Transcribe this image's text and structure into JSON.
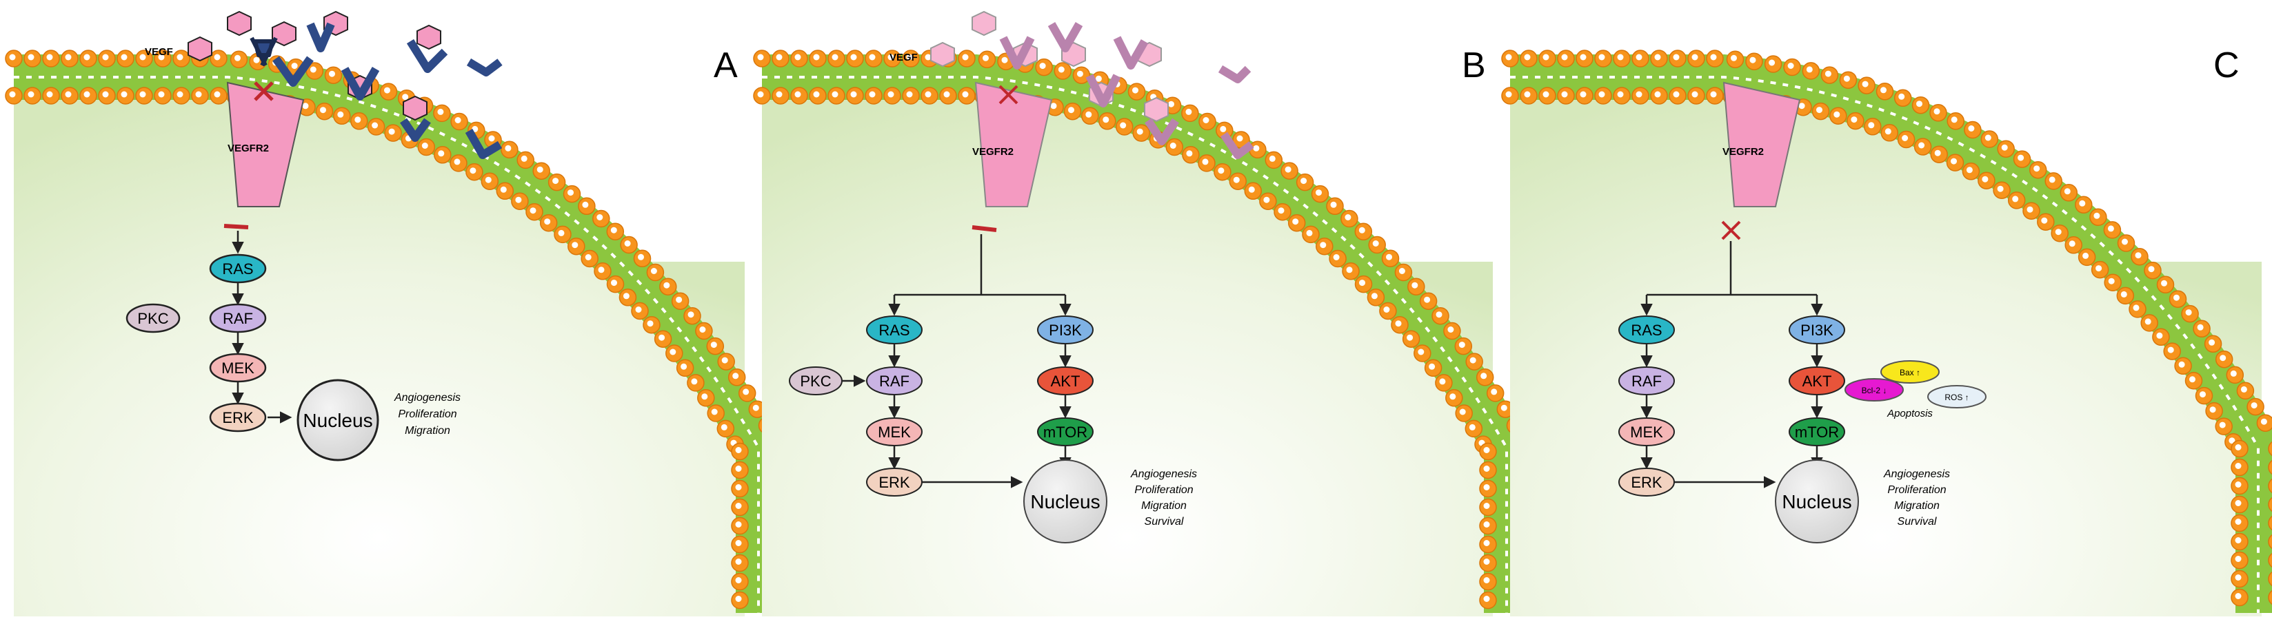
{
  "panels": [
    {
      "panel_label": "A",
      "vegf_label": "VEGF",
      "receptor_label": "VEGFR2",
      "nodes": {
        "ras": "RAS",
        "raf": "RAF",
        "mek": "MEK",
        "erk": "ERK",
        "pkc": "PKC",
        "nucleus": "Nucleus"
      },
      "outcomes": [
        "Angiogenesis",
        "Proliferation",
        "Migration"
      ]
    },
    {
      "panel_label": "B",
      "vegf_label": "VEGF",
      "receptor_label": "VEGFR2",
      "nodes": {
        "ras": "RAS",
        "raf": "RAF",
        "mek": "MEK",
        "erk": "ERK",
        "pkc": "PKC",
        "pi3k": "PI3K",
        "akt": "AKT",
        "mtor": "mTOR",
        "nucleus": "Nucleus"
      },
      "outcomes": [
        "Angiogenesis",
        "Proliferation",
        "Migration",
        "Survival"
      ]
    },
    {
      "panel_label": "C",
      "receptor_label": "VEGFR2",
      "nodes": {
        "ras": "RAS",
        "raf": "RAF",
        "mek": "MEK",
        "erk": "ERK",
        "pi3k": "PI3K",
        "akt": "AKT",
        "mtor": "mTOR",
        "nucleus": "Nucleus",
        "bcl2": "Bcl-2 ↓",
        "bax": "Bax ↑",
        "ros": "ROS ↑"
      },
      "apoptosis_label": "Apoptosis",
      "outcomes": [
        "Angiogenesis",
        "Proliferation",
        "Migration",
        "Survival"
      ]
    }
  ],
  "colors": {
    "membrane_green": "#8cc63f",
    "lipid_head": "#f7941d",
    "receptor_pink": "#f49ac1",
    "inhibitor_red": "#c1272d",
    "ras": "#29b6c6",
    "raf": "#c9b3e3",
    "mek": "#f4b6b6",
    "erk": "#f2d2c0",
    "pkc": "#d9c6d3",
    "pi3k": "#7fb2e5",
    "akt": "#e8543a",
    "mtor": "#1f9e4a",
    "nucleus": "#dcdcdc",
    "antibody_blue": "#2e4a87",
    "antibody_faded": "#b983ad",
    "vegf_pink": "#f49ac1",
    "bcl2": "#e619d1",
    "bax": "#f8e71c",
    "ros": "#e6f0f7"
  }
}
